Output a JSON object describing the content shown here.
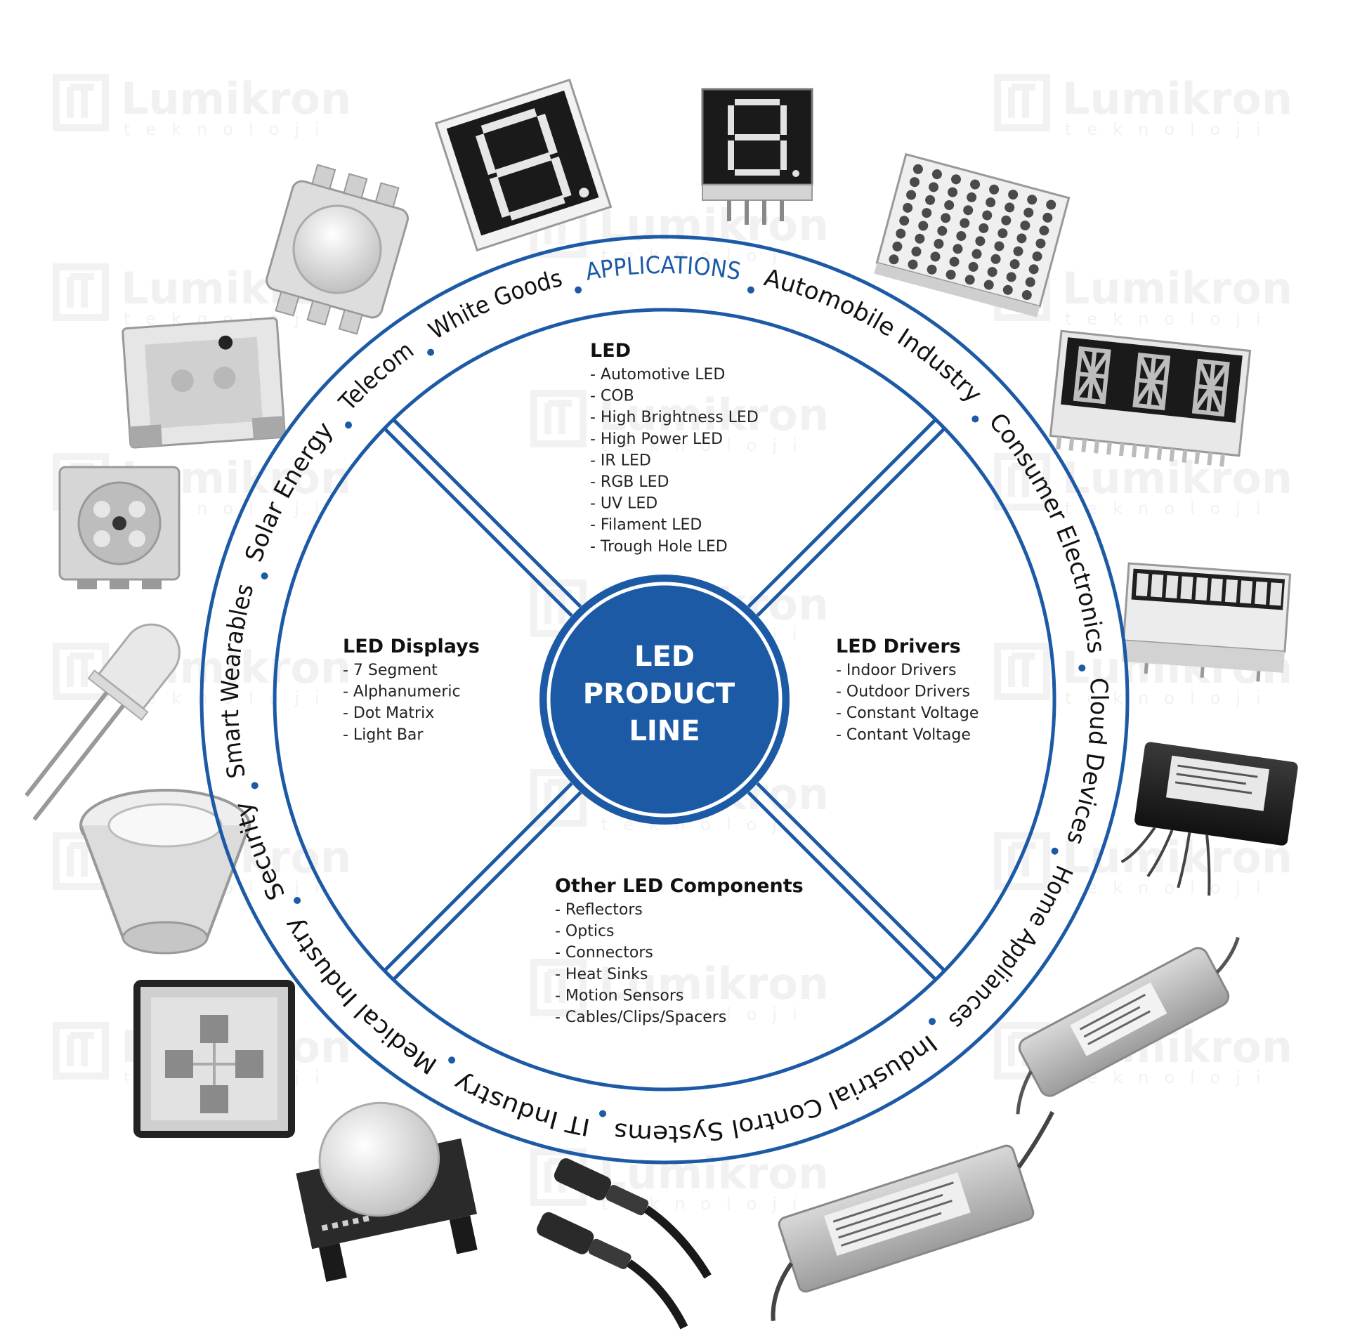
{
  "brand": {
    "name": "Lumikron",
    "tagline": "teknoloji"
  },
  "colors": {
    "primary_blue": "#1d5aa5",
    "text_dark": "#111111",
    "product_grey": "#9a9a9a"
  },
  "hub": {
    "lines": [
      "LED",
      "PRODUCT",
      "LINE"
    ]
  },
  "ring": {
    "title": "APPLICATIONS",
    "items": [
      "Automobile Industry",
      "Consumer Electronics",
      "Cloud Devices",
      "Home Appliances",
      "Industrial Control Systems",
      "IT Industry",
      "Medical Industry",
      "Security",
      "Smart Wearables",
      "Solar Energy",
      "Telecom",
      "White Goods"
    ]
  },
  "categories": {
    "led": {
      "title": "LED",
      "items": [
        "- Automotive LED",
        "- COB",
        "- High Brightness LED",
        "- High Power LED",
        "- IR LED",
        "- RGB LED",
        "- UV LED",
        "- Filament LED",
        "- Trough Hole LED"
      ]
    },
    "displays": {
      "title": "LED Displays",
      "items": [
        "- 7 Segment",
        "- Alphanumeric",
        "- Dot Matrix",
        "- Light Bar"
      ]
    },
    "drivers": {
      "title": "LED Drivers",
      "items": [
        "- Indoor Drivers",
        "- Outdoor Drivers",
        "- Constant Voltage",
        "- Contant Voltage"
      ]
    },
    "other": {
      "title": "Other LED Components",
      "items": [
        "- Reflectors",
        "- Optics",
        "- Connectors",
        "- Heat Sinks",
        "- Motion Sensors",
        "- Cables/Clips/Spacers"
      ]
    }
  },
  "product_images": [
    "seven-segment-single-large",
    "seven-segment-single-small",
    "dot-matrix-display",
    "alphanumeric-three-digit",
    "light-bar-display",
    "led-driver-indoor",
    "led-driver-outdoor-small",
    "led-driver-outdoor-large",
    "connectors",
    "motion-sensor",
    "cob-led-module",
    "reflector",
    "through-hole-led",
    "rgb-smd-led",
    "ir-smd-led",
    "high-power-smd-led"
  ]
}
